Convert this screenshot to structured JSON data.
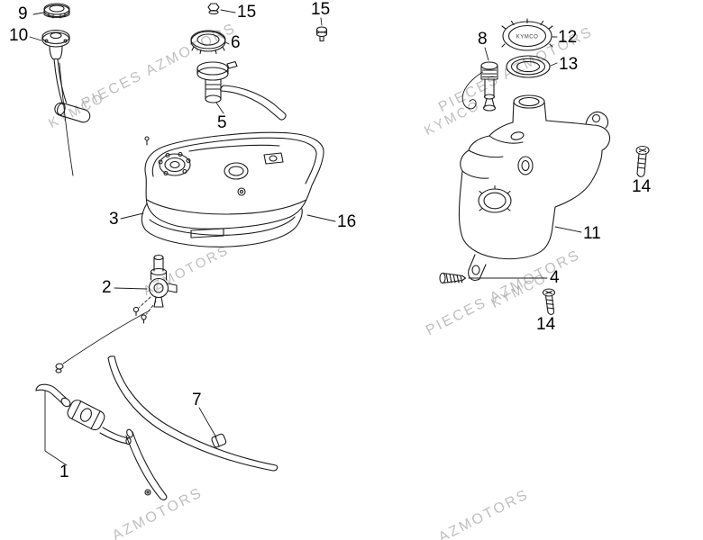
{
  "page": {
    "background": "#ffffff",
    "line_color": "#1c1c1c",
    "watermark_color": "#808080"
  },
  "cap_logo": "KYMCO",
  "watermarks": [
    {
      "text": "PIECES AZMOTORS"
    },
    {
      "text": "KYMCO"
    },
    {
      "text": "PIECES AZMOTORS"
    },
    {
      "text": "KYMCO"
    },
    {
      "text": "AZMOTORS"
    },
    {
      "text": "PIECES AZMOTORS"
    },
    {
      "text": "KYMCO"
    },
    {
      "text": "AZMOTORS"
    },
    {
      "text": "AZMOTORS"
    }
  ],
  "part_labels": [
    {
      "number": "9"
    },
    {
      "number": "10"
    },
    {
      "number": "15"
    },
    {
      "number": "6"
    },
    {
      "number": "15"
    },
    {
      "number": "5"
    },
    {
      "number": "3"
    },
    {
      "number": "16"
    },
    {
      "number": "2"
    },
    {
      "number": "1"
    },
    {
      "number": "7"
    },
    {
      "number": "8"
    },
    {
      "number": "12"
    },
    {
      "number": "13"
    },
    {
      "number": "11"
    },
    {
      "number": "14"
    },
    {
      "number": "4"
    },
    {
      "number": "14"
    }
  ]
}
